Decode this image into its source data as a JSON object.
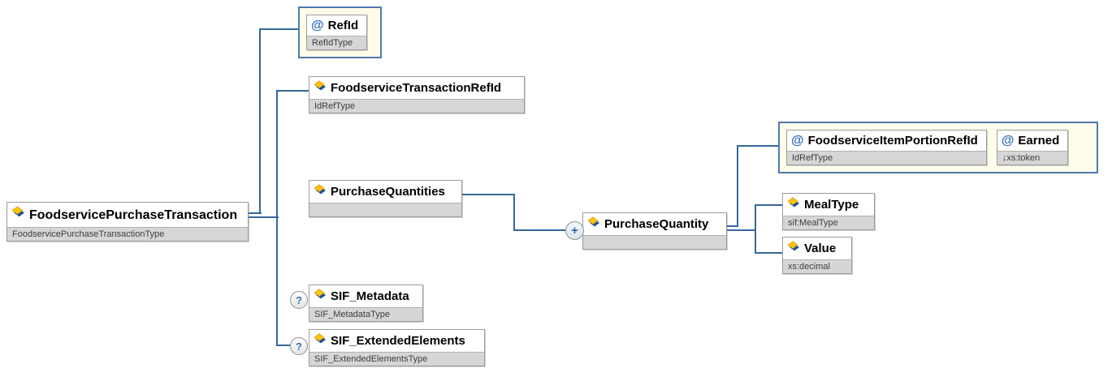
{
  "colors": {
    "line": "#36679c",
    "container_bg": "#fffdea",
    "container_border": "#4f79ad",
    "strip_bg": "#d6d6d6",
    "node_border": "#9c9c9c",
    "attribute_marker": "#2e6db4",
    "icon_yellow": "#ffc20e",
    "icon_blue": "#1d4e9e"
  },
  "indicators": {
    "attribute": "@",
    "optional": "?",
    "repeat": "+"
  },
  "nodes": {
    "root": {
      "label": "FoodservicePurchaseTransaction",
      "type": "FoodservicePurchaseTransactionType"
    },
    "refid": {
      "label": "RefId",
      "type": "RefIdType"
    },
    "foodservice_transaction_refid": {
      "label": "FoodserviceTransactionRefId",
      "type": "IdRefType"
    },
    "purchase_quantities": {
      "label": "PurchaseQuantities",
      "type": ""
    },
    "purchase_quantity": {
      "label": "PurchaseQuantity",
      "type": ""
    },
    "foodservice_item_portion_refid": {
      "label": "FoodserviceItemPortionRefId",
      "type": "IdRefType"
    },
    "earned": {
      "label": "Earned",
      "type": "↓xs:token"
    },
    "meal_type": {
      "label": "MealType",
      "type": "sif:MealType"
    },
    "value": {
      "label": "Value",
      "type": "xs:decimal"
    },
    "sif_metadata": {
      "label": "SIF_Metadata",
      "type": "SIF_MetadataType"
    },
    "sif_extended_elements": {
      "label": "SIF_ExtendedElements",
      "type": "SIF_ExtendedElementsType"
    }
  }
}
